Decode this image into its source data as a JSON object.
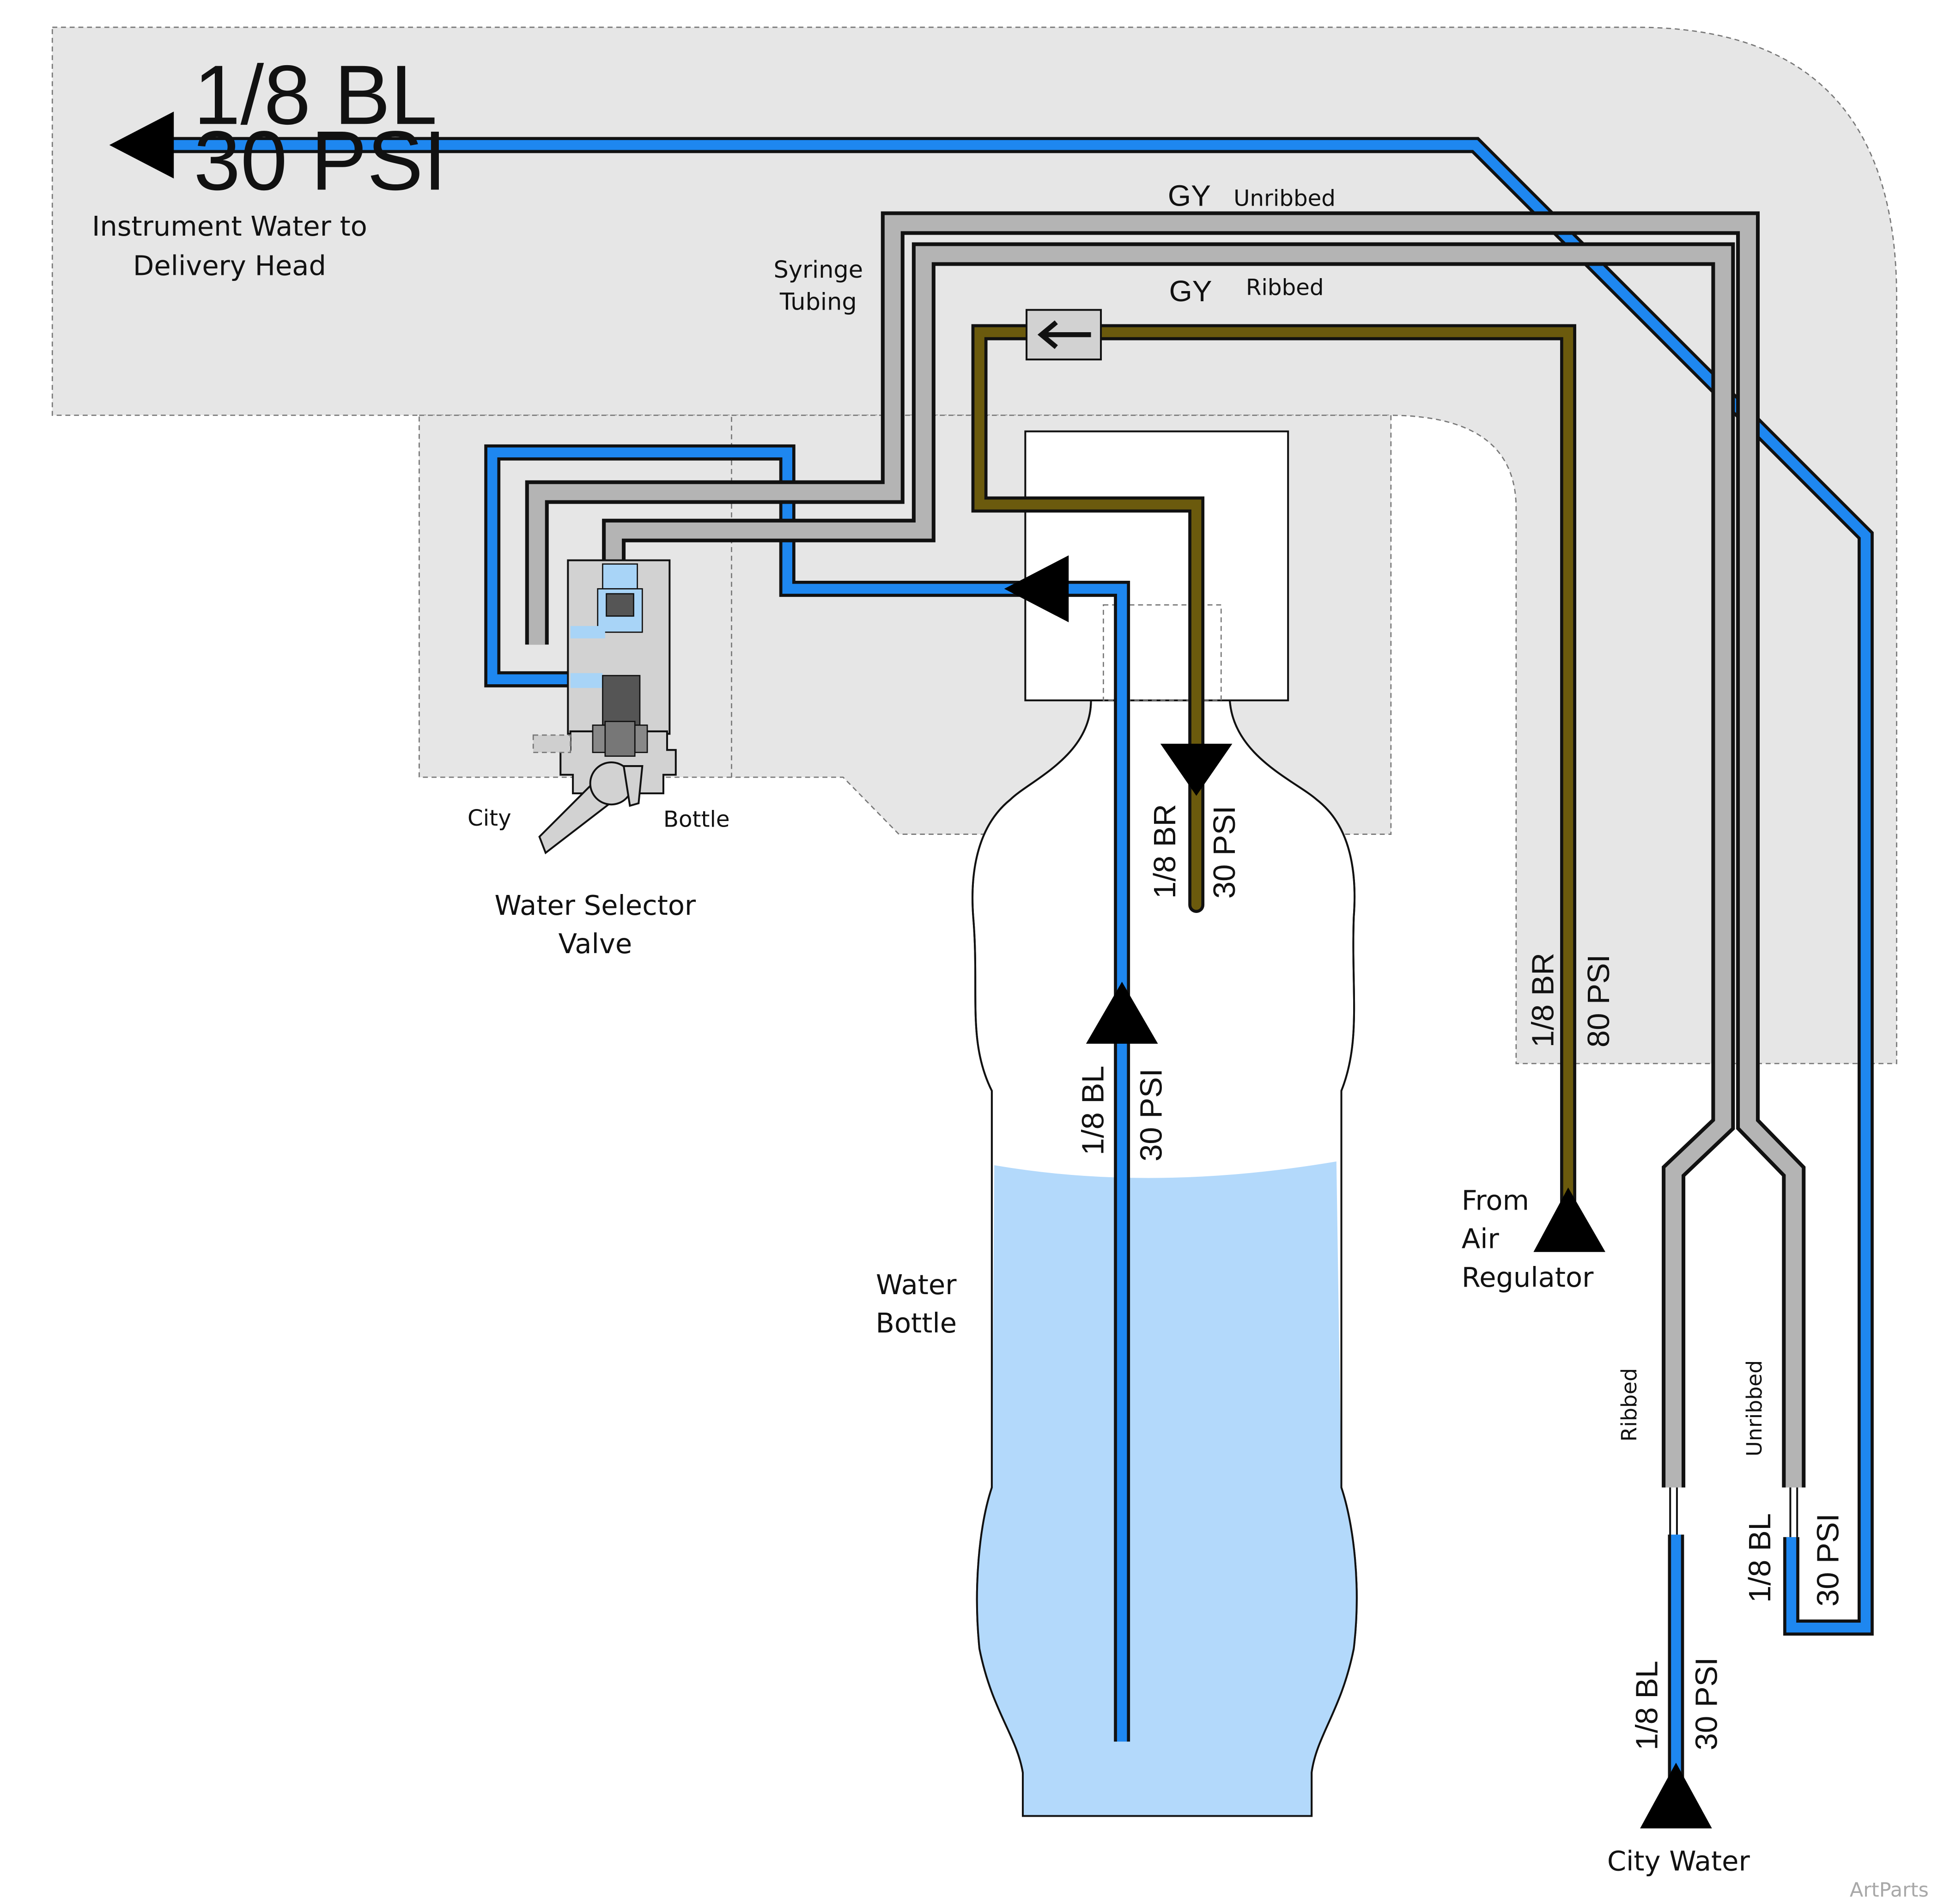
{
  "labels": {
    "outlet_size": "1/8 BL",
    "outlet_psi": "30 PSI",
    "outlet_desc_1": "Instrument Water to",
    "outlet_desc_2": "Delivery Head",
    "gy_top": "GY",
    "unribbed_top": "Unribbed",
    "syringe_1": "Syringe",
    "syringe_2": "Tubing",
    "gy_mid": "GY",
    "ribbed_mid": "Ribbed",
    "city": "City",
    "bottle": "Bottle",
    "valve_1": "Water Selector",
    "valve_2": "Valve",
    "bottle_in_size": "1/8 BR",
    "bottle_in_psi": "30 PSI",
    "bottle_out_size": "1/8 BL",
    "bottle_out_psi": "30 PSI",
    "water_bottle_1": "Water",
    "water_bottle_2": "Bottle",
    "air_size": "1/8 BR",
    "air_psi": "80 PSI",
    "air_from_1": "From",
    "air_from_2": "Air",
    "air_from_3": "Regulator",
    "ribbed_low": "Ribbed",
    "unribbed_low": "Unribbed",
    "city_size": "1/8 BL",
    "city_psi": "30 PSI",
    "out_low_size": "1/8 BL",
    "out_low_psi": "30 PSI",
    "city_water": "City Water",
    "watermark": "ArtParts"
  },
  "colors": {
    "water_line": "#1e87f0",
    "air_line": "#6b5a0d",
    "syringe_line": "#b4b4b4",
    "panel": "#e6e6e6",
    "water_fill": "#b3d9fb",
    "check_valve": "#d2d2d2"
  }
}
